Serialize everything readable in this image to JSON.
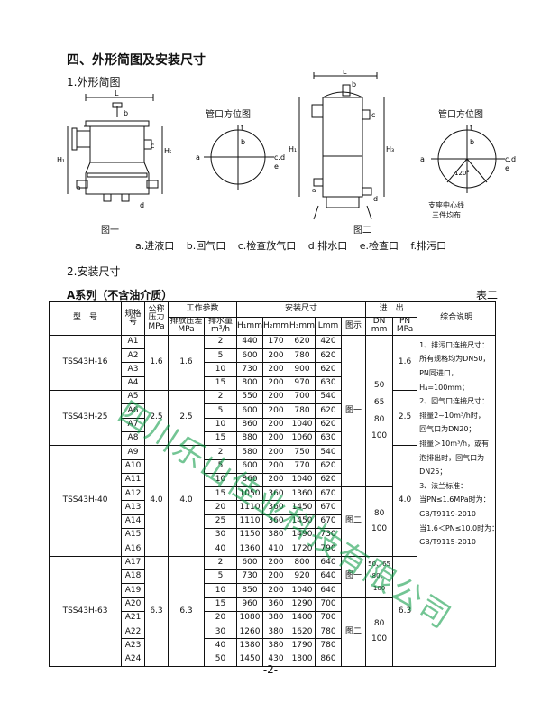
{
  "section_title": "四、外形简图及安装尺寸",
  "sub1": "1.外形简图",
  "sub2": "2.安装尺寸",
  "fig1_caption": "图一",
  "fig2_caption": "图二",
  "port_title1": "管口方位图",
  "port_title2": "管口方位图",
  "support_note1": "支座中心线",
  "support_note2": "三件均布",
  "angle_label": "120°",
  "legend": [
    "a.进液口",
    "b.回气口",
    "c.检查放气口",
    "d.排水口",
    "e.检查口",
    "f.排污口"
  ],
  "series_title": "A系列（不含油介质）",
  "table_no": "表二",
  "watermark": "四川乐山佳业科技有限公司",
  "page_number": "-2-",
  "headers": {
    "model": "型　号",
    "spec": "规格号",
    "pressure": "公称压力MPa",
    "work_params": "工作参数",
    "drain_diff": "排放压差MPa",
    "drain_vol": "排水量m³/h",
    "install": "安装尺寸",
    "h1": "H₁mm",
    "h2": "H₂mm",
    "h3": "H₃mm",
    "l": "Lmm",
    "fig": "图示",
    "in_out": "进　出",
    "dn": "DN mm",
    "pn": "PN MPa",
    "desc": "综合说明"
  },
  "groups": [
    {
      "model": "TSS43H-16",
      "pressure": "1.6",
      "diff": "1.6",
      "rows": [
        [
          "A1",
          "2",
          "440",
          "170",
          "620",
          "420"
        ],
        [
          "A2",
          "5",
          "600",
          "200",
          "780",
          "620"
        ],
        [
          "A3",
          "10",
          "730",
          "200",
          "900",
          "620"
        ],
        [
          "A4",
          "15",
          "800",
          "200",
          "970",
          "630"
        ]
      ]
    },
    {
      "model": "TSS43H-25",
      "pressure": "2.5",
      "diff": "2.5",
      "rows": [
        [
          "A5",
          "2",
          "550",
          "200",
          "700",
          "540"
        ],
        [
          "A6",
          "5",
          "600",
          "200",
          "780",
          "620"
        ],
        [
          "A7",
          "10",
          "860",
          "200",
          "1040",
          "620"
        ],
        [
          "A8",
          "15",
          "880",
          "200",
          "1060",
          "630"
        ]
      ]
    },
    {
      "model": "TSS43H-40",
      "pressure": "4.0",
      "diff": "4.0",
      "rows": [
        [
          "A9",
          "2",
          "580",
          "200",
          "750",
          "540"
        ],
        [
          "A10",
          "5",
          "600",
          "200",
          "770",
          "620"
        ],
        [
          "A11",
          "10",
          "860",
          "200",
          "1040",
          "620"
        ],
        [
          "A12",
          "15",
          "1050",
          "360",
          "1360",
          "670"
        ],
        [
          "A13",
          "20",
          "1110",
          "360",
          "1450",
          "670"
        ],
        [
          "A14",
          "25",
          "1110",
          "360",
          "1450",
          "670"
        ],
        [
          "A15",
          "30",
          "1150",
          "380",
          "1490",
          "730"
        ],
        [
          "A16",
          "40",
          "1360",
          "410",
          "1720",
          "790"
        ]
      ]
    },
    {
      "model": "TSS43H-63",
      "pressure": "6.3",
      "diff": "6.3",
      "rows": [
        [
          "A17",
          "2",
          "600",
          "200",
          "800",
          "640"
        ],
        [
          "A18",
          "5",
          "730",
          "200",
          "920",
          "640"
        ],
        [
          "A19",
          "10",
          "850",
          "200",
          "1040",
          "640"
        ],
        [
          "A20",
          "15",
          "960",
          "360",
          "1290",
          "700"
        ],
        [
          "A21",
          "20",
          "1080",
          "380",
          "1400",
          "700"
        ],
        [
          "A22",
          "30",
          "1260",
          "380",
          "1620",
          "780"
        ],
        [
          "A23",
          "40",
          "1380",
          "380",
          "1790",
          "780"
        ],
        [
          "A24",
          "50",
          "1450",
          "430",
          "1800",
          "860"
        ]
      ]
    }
  ],
  "fig_labels": {
    "f1a": "图一",
    "f1b": "图二",
    "f2a": "图一",
    "f2b": "图二"
  },
  "dn_top": [
    "50",
    "65",
    "80",
    "100"
  ],
  "dn_mid": [
    "80",
    "100"
  ],
  "dn_lower": [
    "50、65",
    "80、100"
  ],
  "dn_bottom": [
    "80",
    "100"
  ],
  "pn_values": {
    "p16": "1.6",
    "p25": "2.5",
    "p40": "4.0",
    "p63": "6.3"
  },
  "description": [
    "1、排污口连接尺寸：",
    "所有规格均为DN50，",
    "PN同进口，",
    "H₄=100mm；",
    "2、回气口连接尺寸：",
    "排量2~10m³/h时，",
    "回气口为DN20；",
    "排量＞10m³/h，或有",
    "泡排出时，回气口为",
    "DN25；",
    "3、法兰标准：",
    "当PN≤1.6MPa时为：",
    "GB/T9119-2010",
    "当1.6＜PN≤10.0时为：",
    "GB/T9115-2010"
  ]
}
